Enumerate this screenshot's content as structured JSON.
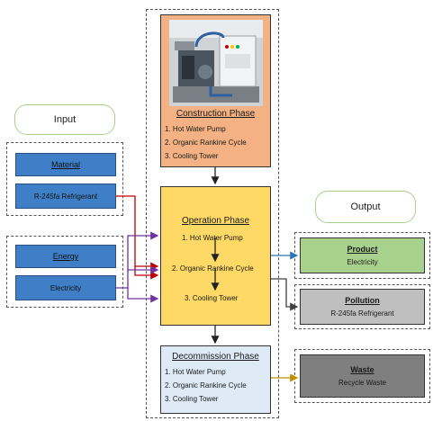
{
  "input_label": "Input",
  "output_label": "Output",
  "material": {
    "title": "Material",
    "item": "R-245fa Refrigerant"
  },
  "energy": {
    "title": "Energy",
    "item": "Electricity"
  },
  "construction": {
    "title": "Construction Phase",
    "items": [
      "1. Hot Water Pump",
      "2. Organic Rankine Cycle",
      "3. Cooling Tower"
    ]
  },
  "operation": {
    "title": "Operation Phase",
    "items": [
      "1. Hot Water Pump",
      "2. Organic Rankine Cycle",
      "3. Cooling Tower"
    ]
  },
  "decommission": {
    "title": "Decommission Phase",
    "items": [
      "1. Hot Water Pump",
      "2. Organic Rankine Cycle",
      "3. Cooling Tower"
    ]
  },
  "product": {
    "title": "Product",
    "value": "Electricity"
  },
  "pollution": {
    "title": "Pollution",
    "value": "R-245fa Refrigerant"
  },
  "waste": {
    "title": "Waste",
    "value": "Recycle Waste"
  },
  "colors": {
    "input_blue": "#3f7fc8",
    "construction_orange": "#f4b183",
    "operation_yellow": "#ffd966",
    "decommission_blue": "#deebf7",
    "product_green": "#a9d18e",
    "pollution_gray": "#bfbfbf",
    "waste_gray": "#7f7f7f",
    "material_arrow": "#c00000",
    "energy_arrow": "#7030a0",
    "product_arrow": "#2e75b6",
    "pollution_arrow": "#404040",
    "waste_arrow": "#bf9000"
  }
}
